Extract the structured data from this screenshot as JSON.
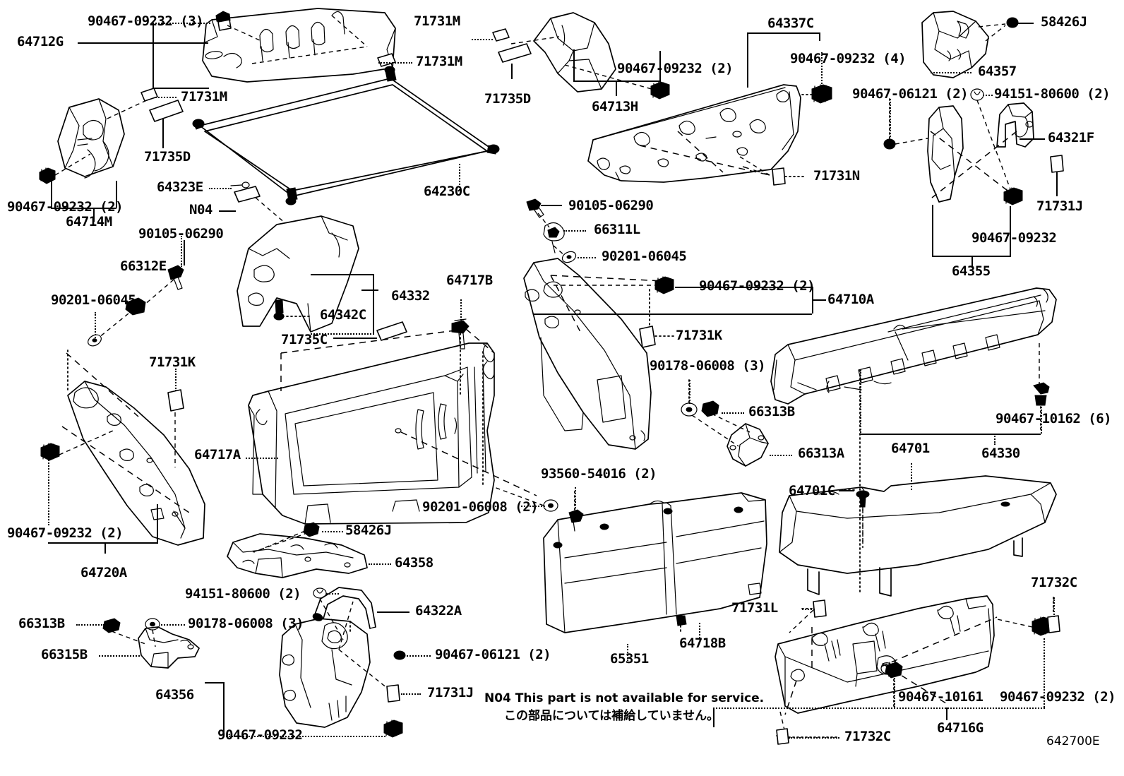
{
  "diagram": {
    "id_code": "642700E",
    "note_en": "N04 This part is not available for service.",
    "note_jp": "この部品については補給していません。"
  },
  "labels": [
    {
      "key": "l01",
      "text": "90467-09232 (3)"
    },
    {
      "key": "l02",
      "text": "64712G"
    },
    {
      "key": "l03",
      "text": "71731M"
    },
    {
      "key": "l04",
      "text": "71731M"
    },
    {
      "key": "l05",
      "text": "71731M"
    },
    {
      "key": "l06",
      "text": "71735D"
    },
    {
      "key": "l07",
      "text": "71735D"
    },
    {
      "key": "l08",
      "text": "90467-09232 (2)"
    },
    {
      "key": "l09",
      "text": "64713H"
    },
    {
      "key": "l10",
      "text": "64337C"
    },
    {
      "key": "l11",
      "text": "90467-09232 (4)"
    },
    {
      "key": "l12",
      "text": "58426J"
    },
    {
      "key": "l13",
      "text": "64357"
    },
    {
      "key": "l14",
      "text": "90467-06121 (2)"
    },
    {
      "key": "l15",
      "text": "94151-80600 (2)"
    },
    {
      "key": "l16",
      "text": "64321F"
    },
    {
      "key": "l17",
      "text": "71731J"
    },
    {
      "key": "l18",
      "text": "90467-09232"
    },
    {
      "key": "l19",
      "text": "64355"
    },
    {
      "key": "l20",
      "text": "71731N"
    },
    {
      "key": "l21",
      "text": "64230C"
    },
    {
      "key": "l22",
      "text": "64323E"
    },
    {
      "key": "l23",
      "text": "N04"
    },
    {
      "key": "l24",
      "text": "90105-06290"
    },
    {
      "key": "l25",
      "text": "90467-09232 (2)"
    },
    {
      "key": "l26",
      "text": "64714M"
    },
    {
      "key": "l27",
      "text": "66312E"
    },
    {
      "key": "l28",
      "text": "90201-06045"
    },
    {
      "key": "l29",
      "text": "71731K"
    },
    {
      "key": "l30",
      "text": "64332"
    },
    {
      "key": "l31",
      "text": "64342C"
    },
    {
      "key": "l32",
      "text": "64717B"
    },
    {
      "key": "l33",
      "text": "71735C"
    },
    {
      "key": "l34",
      "text": "64717A"
    },
    {
      "key": "l35",
      "text": "90201-06008 (2)"
    },
    {
      "key": "l36",
      "text": "58426J"
    },
    {
      "key": "l37",
      "text": "64358"
    },
    {
      "key": "l38",
      "text": "94151-80600 (2)"
    },
    {
      "key": "l39",
      "text": "64322A"
    },
    {
      "key": "l40",
      "text": "90178-06008 (3)"
    },
    {
      "key": "l41",
      "text": "66313B"
    },
    {
      "key": "l42",
      "text": "66315B"
    },
    {
      "key": "l43",
      "text": "90467-06121 (2)"
    },
    {
      "key": "l44",
      "text": "64356"
    },
    {
      "key": "l45",
      "text": "71731J"
    },
    {
      "key": "l46",
      "text": "90467-09232"
    },
    {
      "key": "l47",
      "text": "90467-09232 (2)"
    },
    {
      "key": "l48",
      "text": "64720A"
    },
    {
      "key": "l49",
      "text": "90105-06290"
    },
    {
      "key": "l50",
      "text": "66311L"
    },
    {
      "key": "l51",
      "text": "90201-06045"
    },
    {
      "key": "l52",
      "text": "90467-09232 (2)"
    },
    {
      "key": "l53",
      "text": "64710A"
    },
    {
      "key": "l54",
      "text": "71731K"
    },
    {
      "key": "l55",
      "text": "90178-06008 (3)"
    },
    {
      "key": "l56",
      "text": "66313B"
    },
    {
      "key": "l57",
      "text": "66313A"
    },
    {
      "key": "l58",
      "text": "93560-54016 (2)"
    },
    {
      "key": "l59",
      "text": "90467-10162 (6)"
    },
    {
      "key": "l60",
      "text": "64330"
    },
    {
      "key": "l61",
      "text": "64701"
    },
    {
      "key": "l62",
      "text": "64701C"
    },
    {
      "key": "l63",
      "text": "65351"
    },
    {
      "key": "l64",
      "text": "64718B"
    },
    {
      "key": "l65",
      "text": "71731L"
    },
    {
      "key": "l66",
      "text": "71732C"
    },
    {
      "key": "l67",
      "text": "90467-10161"
    },
    {
      "key": "l68",
      "text": "90467-09232 (2)"
    },
    {
      "key": "l69",
      "text": "71732C"
    },
    {
      "key": "l70",
      "text": "64716G"
    }
  ]
}
